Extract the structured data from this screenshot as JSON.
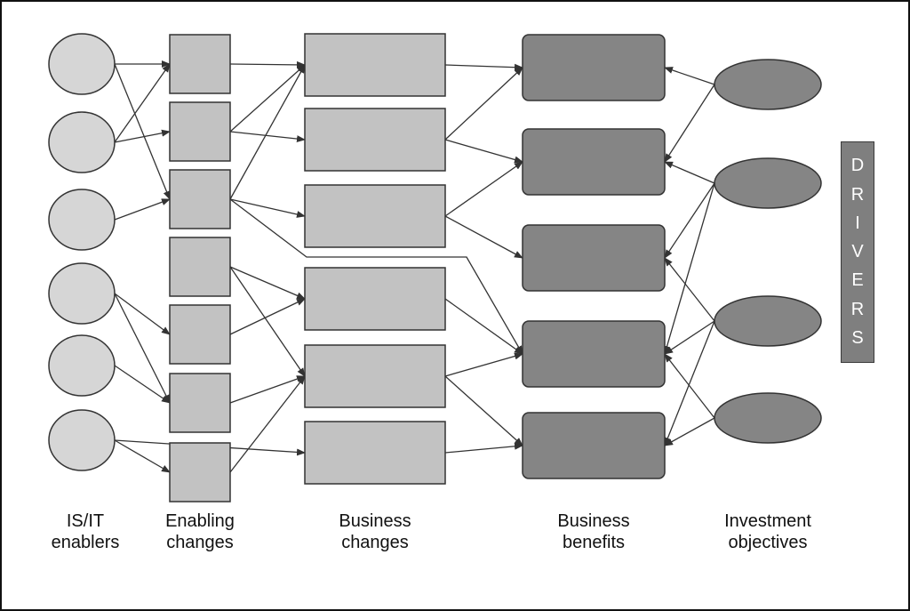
{
  "colors": {
    "enabler_fill": "#d6d6d6",
    "change_fill": "#c2c2c2",
    "benefit_fill": "#858585",
    "objective_fill": "#858585",
    "stroke": "#333333",
    "frame": "#111111"
  },
  "columns": [
    {
      "line1": "IS/IT",
      "line2": "enablers"
    },
    {
      "line1": "Enabling",
      "line2": "changes"
    },
    {
      "line1": "Business",
      "line2": "changes"
    },
    {
      "line1": "Business",
      "line2": "benefits"
    },
    {
      "line1": "Investment",
      "line2": "objectives"
    }
  ],
  "drivers": [
    "D",
    "R",
    "I",
    "V",
    "E",
    "R",
    "S"
  ],
  "nodes": {
    "enablers": [
      {
        "id": "E1"
      },
      {
        "id": "E2"
      },
      {
        "id": "E3"
      },
      {
        "id": "E4"
      },
      {
        "id": "E5"
      },
      {
        "id": "E6"
      }
    ],
    "enabling_changes": [
      {
        "id": "C1"
      },
      {
        "id": "C2"
      },
      {
        "id": "C3"
      },
      {
        "id": "C4"
      },
      {
        "id": "C5"
      },
      {
        "id": "C6"
      },
      {
        "id": "C7"
      }
    ],
    "business_changes": [
      {
        "id": "B1"
      },
      {
        "id": "B2"
      },
      {
        "id": "B3"
      },
      {
        "id": "B4"
      },
      {
        "id": "B5"
      },
      {
        "id": "B6"
      }
    ],
    "benefits": [
      {
        "id": "F1"
      },
      {
        "id": "F2"
      },
      {
        "id": "F3"
      },
      {
        "id": "F4"
      },
      {
        "id": "F5"
      }
    ],
    "objectives": [
      {
        "id": "O1"
      },
      {
        "id": "O2"
      },
      {
        "id": "O3"
      },
      {
        "id": "O4"
      }
    ]
  },
  "edges": [
    {
      "from": "E1",
      "to": "C1"
    },
    {
      "from": "E1",
      "to": "C3"
    },
    {
      "from": "E2",
      "to": "C1"
    },
    {
      "from": "E2",
      "to": "C2"
    },
    {
      "from": "E3",
      "to": "C3"
    },
    {
      "from": "E4",
      "to": "C5"
    },
    {
      "from": "E4",
      "to": "C6"
    },
    {
      "from": "E5",
      "to": "C6"
    },
    {
      "from": "E6",
      "to": "C7"
    },
    {
      "from": "E6",
      "to": "B6"
    },
    {
      "from": "C1",
      "to": "B1"
    },
    {
      "from": "C2",
      "to": "B1"
    },
    {
      "from": "C2",
      "to": "B2"
    },
    {
      "from": "C3",
      "to": "B1"
    },
    {
      "from": "C3",
      "to": "B3"
    },
    {
      "from": "C3",
      "to": "F4",
      "routed": true
    },
    {
      "from": "C4",
      "to": "B4"
    },
    {
      "from": "C4",
      "to": "B5"
    },
    {
      "from": "C5",
      "to": "B4"
    },
    {
      "from": "C6",
      "to": "B5"
    },
    {
      "from": "C7",
      "to": "B5"
    },
    {
      "from": "B1",
      "to": "F1"
    },
    {
      "from": "B2",
      "to": "F2"
    },
    {
      "from": "B2",
      "to": "F1"
    },
    {
      "from": "B3",
      "to": "F2"
    },
    {
      "from": "B3",
      "to": "F3"
    },
    {
      "from": "B4",
      "to": "F4"
    },
    {
      "from": "B5",
      "to": "F4"
    },
    {
      "from": "B5",
      "to": "F5"
    },
    {
      "from": "B6",
      "to": "F5"
    },
    {
      "from": "O1",
      "to": "F1"
    },
    {
      "from": "O1",
      "to": "F2"
    },
    {
      "from": "O2",
      "to": "F2"
    },
    {
      "from": "O2",
      "to": "F3"
    },
    {
      "from": "O2",
      "to": "F4"
    },
    {
      "from": "O3",
      "to": "F3"
    },
    {
      "from": "O3",
      "to": "F4"
    },
    {
      "from": "O3",
      "to": "F5"
    },
    {
      "from": "O4",
      "to": "F4"
    },
    {
      "from": "O4",
      "to": "F5"
    }
  ]
}
